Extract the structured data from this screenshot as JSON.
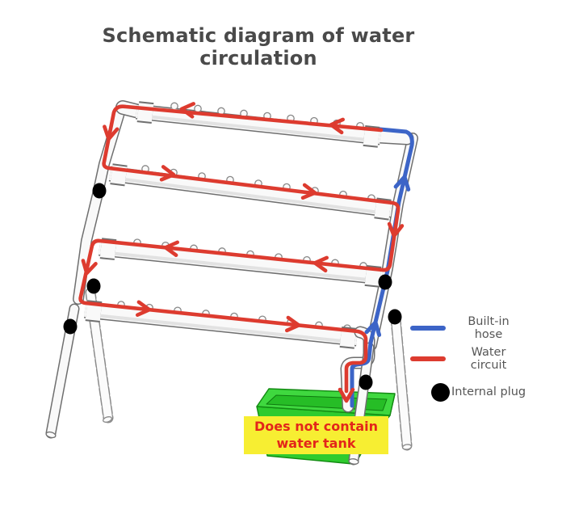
{
  "title": "Schematic diagram of water circulation",
  "legend": {
    "items": [
      {
        "id": "built-in-hose",
        "label": "Built-in hose",
        "swatch": "line",
        "color": "#3c64c7"
      },
      {
        "id": "water-circuit",
        "label": "Water circuit",
        "swatch": "line",
        "color": "#dd3b2f"
      },
      {
        "id": "internal-plug",
        "label": "Internal plug",
        "swatch": "dot",
        "color": "#000000"
      }
    ]
  },
  "note": {
    "text": "Does not contain water tank",
    "background": "#f7ee32",
    "text_color": "#e3261a"
  },
  "diagram": {
    "kind": "hydroponic-pipe-rack-water-circulation",
    "grow_pipes": 4,
    "internal_plug_count": 6,
    "flow_direction": "tank → built-in hose up right side → top pipe → zigzag down through 4 pipes → drains back to tank"
  },
  "colors": {
    "water_circuit_red": "#dd3b2f",
    "built_in_hose_blue": "#3c64c7",
    "tank_green": "#2ecb2e",
    "note_yellow": "#f7ee32",
    "title_gray": "#4a4a4a",
    "legend_text_gray": "#565656",
    "pipe_outline": "#6f6f6f",
    "pipe_fill": "#f9f9f9"
  }
}
